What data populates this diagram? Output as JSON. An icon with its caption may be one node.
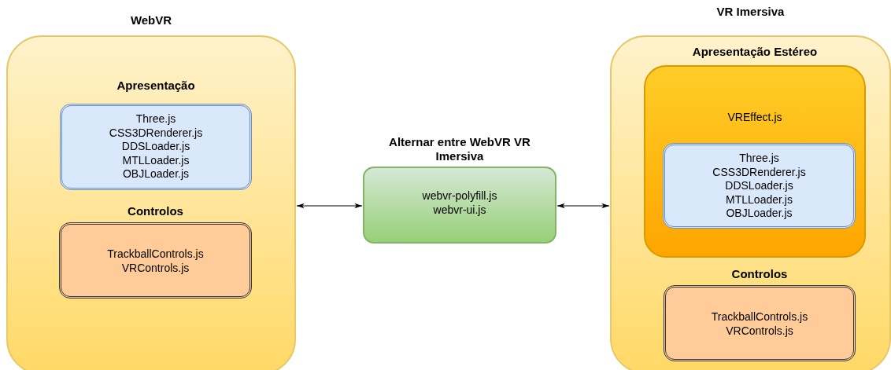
{
  "diagram": {
    "nodes": [
      {
        "text": [
          "WebVR"
        ]
      },
      {
        "text": [
          "Apresentação",
          "Three.js",
          "CSS3DRenderer.js",
          "DDSLoader.js",
          "MTLLoader.js",
          "OBJLoader.js"
        ],
        "in": 0
      },
      {
        "text": [
          "Controlos",
          "TrackballControls.js",
          "VRControls.js"
        ],
        "in": 0
      },
      {
        "text": [
          "Alternar entre WebVR VR Imersiva",
          "webvr-polyfill.js",
          "webvr-ui.js"
        ]
      },
      {
        "text": [
          "VR Imersiva"
        ]
      },
      {
        "text": [
          "Apresentação Estéreo",
          "VREffect.js"
        ],
        "in": 4
      },
      {
        "text": [
          "Three.js",
          "CSS3DRenderer.js",
          "DDSLoader.js",
          "MTLLoader.js",
          "OBJLoader.js"
        ],
        "in": 5
      },
      {
        "text": [
          "Controlos",
          "TrackballControls.js",
          "VRControls.js"
        ],
        "in": 4
      }
    ],
    "edges": [
      {
        "from": 0,
        "to": 3,
        "arrow": "both"
      },
      {
        "from": 3,
        "to": 4,
        "arrow": "both"
      }
    ]
  }
}
